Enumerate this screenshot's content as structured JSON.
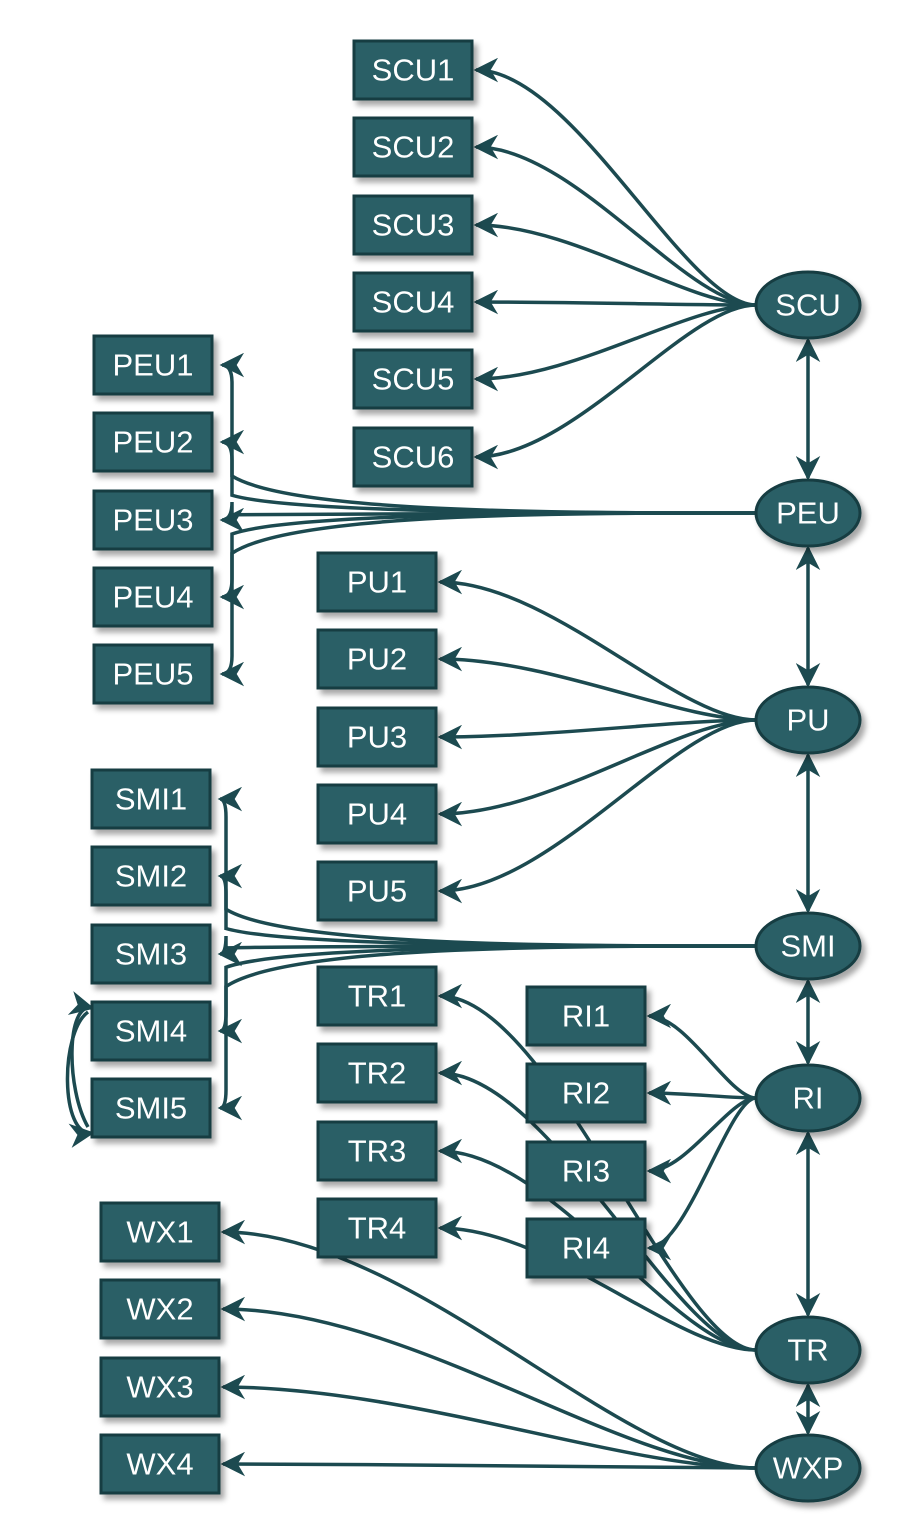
{
  "colors": {
    "node_fill": "#2c5f66",
    "node_border": "#163d42",
    "edge": "#1c4a50",
    "label": "#ffffff"
  },
  "hubs": [
    {
      "id": "SCU",
      "label": "SCU"
    },
    {
      "id": "PEU",
      "label": "PEU"
    },
    {
      "id": "PU",
      "label": "PU"
    },
    {
      "id": "SMI",
      "label": "SMI"
    },
    {
      "id": "RI",
      "label": "RI"
    },
    {
      "id": "TR",
      "label": "TR"
    },
    {
      "id": "WXP",
      "label": "WXP"
    }
  ],
  "boxes": [
    {
      "id": "SCU1",
      "label": "SCU1"
    },
    {
      "id": "SCU2",
      "label": "SCU2"
    },
    {
      "id": "SCU3",
      "label": "SCU3"
    },
    {
      "id": "SCU4",
      "label": "SCU4"
    },
    {
      "id": "SCU5",
      "label": "SCU5"
    },
    {
      "id": "SCU6",
      "label": "SCU6"
    },
    {
      "id": "PEU1",
      "label": "PEU1"
    },
    {
      "id": "PEU2",
      "label": "PEU2"
    },
    {
      "id": "PEU3",
      "label": "PEU3"
    },
    {
      "id": "PEU4",
      "label": "PEU4"
    },
    {
      "id": "PEU5",
      "label": "PEU5"
    },
    {
      "id": "PU1",
      "label": "PU1"
    },
    {
      "id": "PU2",
      "label": "PU2"
    },
    {
      "id": "PU3",
      "label": "PU3"
    },
    {
      "id": "PU4",
      "label": "PU4"
    },
    {
      "id": "PU5",
      "label": "PU5"
    },
    {
      "id": "SMI1",
      "label": "SMI1"
    },
    {
      "id": "SMI2",
      "label": "SMI2"
    },
    {
      "id": "SMI3",
      "label": "SMI3"
    },
    {
      "id": "SMI4",
      "label": "SMI4"
    },
    {
      "id": "SMI5",
      "label": "SMI5"
    },
    {
      "id": "TR1",
      "label": "TR1"
    },
    {
      "id": "TR2",
      "label": "TR2"
    },
    {
      "id": "TR3",
      "label": "TR3"
    },
    {
      "id": "TR4",
      "label": "TR4"
    },
    {
      "id": "RI1",
      "label": "RI1"
    },
    {
      "id": "RI2",
      "label": "RI2"
    },
    {
      "id": "RI3",
      "label": "RI3"
    },
    {
      "id": "RI4",
      "label": "RI4"
    },
    {
      "id": "WX1",
      "label": "WX1"
    },
    {
      "id": "WX2",
      "label": "WX2"
    },
    {
      "id": "WX3",
      "label": "WX3"
    },
    {
      "id": "WX4",
      "label": "WX4"
    }
  ],
  "edges": [
    {
      "from": "SCU",
      "to": "PEU",
      "dir": "both"
    },
    {
      "from": "PEU",
      "to": "PU",
      "dir": "both"
    },
    {
      "from": "PU",
      "to": "SMI",
      "dir": "both"
    },
    {
      "from": "SMI",
      "to": "RI",
      "dir": "both"
    },
    {
      "from": "RI",
      "to": "TR",
      "dir": "both"
    },
    {
      "from": "TR",
      "to": "WXP",
      "dir": "both"
    },
    {
      "from": "SCU",
      "to": "SCU1"
    },
    {
      "from": "SCU",
      "to": "SCU2"
    },
    {
      "from": "SCU",
      "to": "SCU3"
    },
    {
      "from": "SCU",
      "to": "SCU4"
    },
    {
      "from": "SCU",
      "to": "SCU5"
    },
    {
      "from": "SCU",
      "to": "SCU6"
    },
    {
      "from": "PEU",
      "to": "PEU1"
    },
    {
      "from": "PEU",
      "to": "PEU2"
    },
    {
      "from": "PEU",
      "to": "PEU3"
    },
    {
      "from": "PEU",
      "to": "PEU4"
    },
    {
      "from": "PEU",
      "to": "PEU5"
    },
    {
      "from": "PU",
      "to": "PU1"
    },
    {
      "from": "PU",
      "to": "PU2"
    },
    {
      "from": "PU",
      "to": "PU3"
    },
    {
      "from": "PU",
      "to": "PU4"
    },
    {
      "from": "PU",
      "to": "PU5"
    },
    {
      "from": "SMI",
      "to": "SMI1"
    },
    {
      "from": "SMI",
      "to": "SMI2"
    },
    {
      "from": "SMI",
      "to": "SMI3"
    },
    {
      "from": "SMI",
      "to": "SMI4"
    },
    {
      "from": "SMI",
      "to": "SMI5"
    },
    {
      "from": "SMI4",
      "to": "SMI5"
    },
    {
      "from": "SMI5",
      "to": "SMI4"
    },
    {
      "from": "RI",
      "to": "RI1"
    },
    {
      "from": "RI",
      "to": "RI2"
    },
    {
      "from": "RI",
      "to": "RI3"
    },
    {
      "from": "RI",
      "to": "RI4"
    },
    {
      "from": "TR",
      "to": "TR1"
    },
    {
      "from": "TR",
      "to": "TR2"
    },
    {
      "from": "TR",
      "to": "TR3"
    },
    {
      "from": "TR",
      "to": "TR4"
    },
    {
      "from": "WXP",
      "to": "WX1"
    },
    {
      "from": "WXP",
      "to": "WX2"
    },
    {
      "from": "WXP",
      "to": "WX3"
    },
    {
      "from": "WXP",
      "to": "WX4"
    }
  ]
}
